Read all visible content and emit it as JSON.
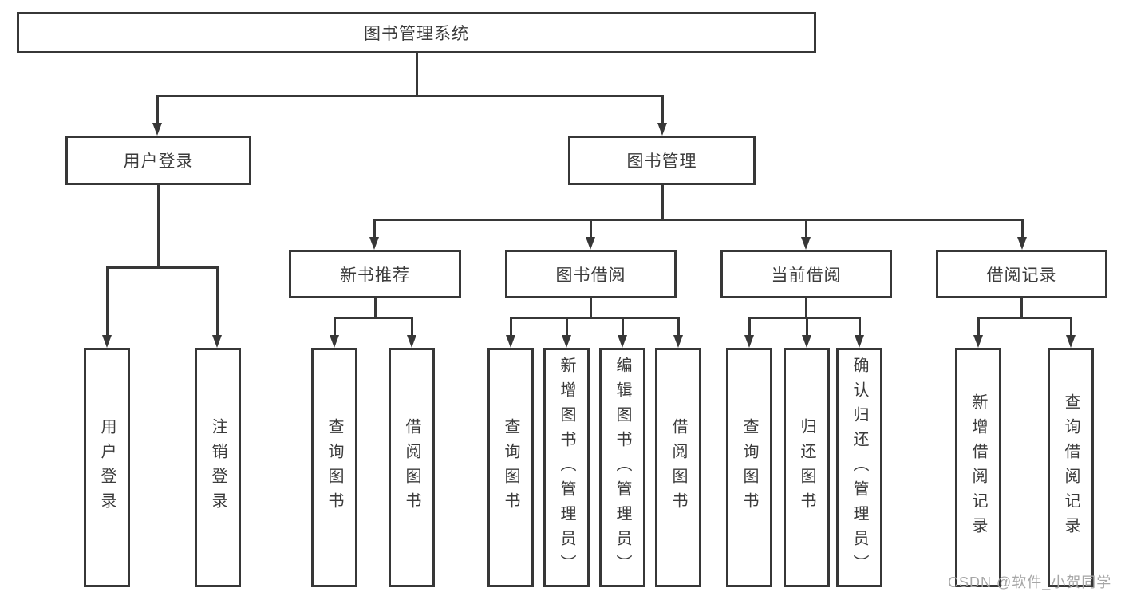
{
  "diagram_type": "hierarchy-tree",
  "tree": {
    "label": "图书管理系统",
    "children": [
      {
        "label": "用户登录",
        "children": [
          {
            "label": "用户登录"
          },
          {
            "label": "注销登录"
          }
        ]
      },
      {
        "label": "图书管理",
        "children": [
          {
            "label": "新书推荐",
            "children": [
              {
                "label": "查询图书"
              },
              {
                "label": "借阅图书"
              }
            ]
          },
          {
            "label": "图书借阅",
            "children": [
              {
                "label": "查询图书"
              },
              {
                "label": "新增图书（管理员）"
              },
              {
                "label": "编辑图书（管理员）"
              },
              {
                "label": "借阅图书"
              }
            ]
          },
          {
            "label": "当前借阅",
            "children": [
              {
                "label": "查询图书"
              },
              {
                "label": "归还图书"
              },
              {
                "label": "确认归还（管理员）"
              }
            ]
          },
          {
            "label": "借阅记录",
            "children": [
              {
                "label": "新增借阅记录"
              },
              {
                "label": "查询借阅记录"
              }
            ]
          }
        ]
      }
    ]
  },
  "watermark": {
    "text": "CSDN @软件_小贺同学"
  },
  "colors": {
    "line": "#373737",
    "text": "#3b3b3b",
    "watermark": "#a6a6a6",
    "background": "#ffffff"
  }
}
